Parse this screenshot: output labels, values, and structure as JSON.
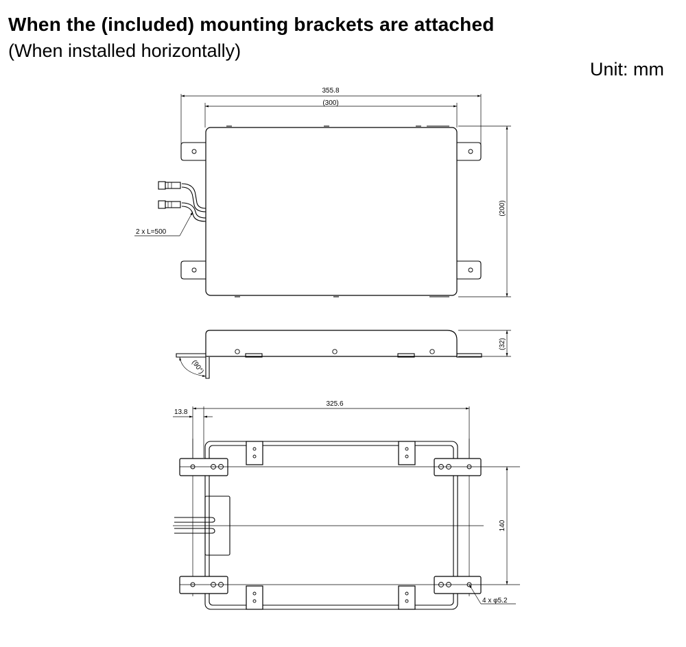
{
  "header": {
    "title": "When the (included) mounting brackets are attached",
    "subtitle": "(When installed horizontally)",
    "unit": "Unit: mm"
  },
  "top_view": {
    "overall_width": "355.8",
    "body_width": "(300)",
    "body_height": "(200)",
    "cable_label": "2 x L=500"
  },
  "side_view": {
    "height": "(32)",
    "bend_angle": "(90°)"
  },
  "bottom_view": {
    "bracket_offset": "13.8",
    "hole_pitch_x": "325.6",
    "hole_pitch_y": "140",
    "hole_spec": "4 x φ5.2"
  }
}
